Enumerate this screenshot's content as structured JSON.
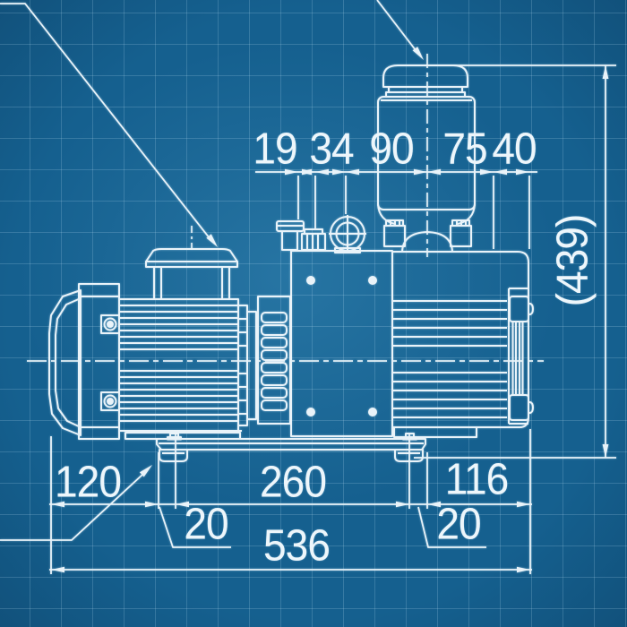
{
  "title": "Vacuum pump dimensional outline drawing (blueprint style)",
  "drawing": {
    "style": "blueprint",
    "views": [
      "side-elevation-of-rotary-vane-vacuum-pump"
    ],
    "callouts": [
      "leader-to-inlet-port",
      "leader-to-exhaust-filter",
      "leader-to-rubber-foot"
    ]
  },
  "colors": {
    "background": "#15608f",
    "grid_line": "#5f9cc1",
    "ink": "#edf6fb"
  },
  "dims": {
    "top": [
      "19",
      "34",
      "90",
      "75",
      "40"
    ],
    "height": "(439)",
    "bottom": [
      "120",
      "260",
      "116"
    ],
    "foot_offset_left": "20",
    "foot_offset_right": "20",
    "overall": "536"
  }
}
